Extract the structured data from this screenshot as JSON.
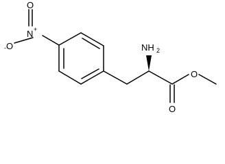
{
  "molecule": {
    "atoms": {
      "nitro_o_minus": {
        "symbol": "O",
        "charge": "-"
      },
      "nitro_n": {
        "symbol": "N",
        "charge": "+"
      },
      "nitro_o_double": {
        "symbol": "O"
      },
      "amine": {
        "symbol": "NH",
        "subscript": "2"
      },
      "carbonyl_o": {
        "symbol": "O"
      },
      "ester_o": {
        "symbol": "O"
      }
    },
    "colors": {
      "bond": "#000000",
      "background": "#ffffff"
    }
  }
}
